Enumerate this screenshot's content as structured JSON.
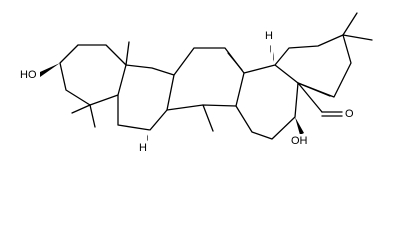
{
  "molecule": {
    "labels": {
      "left_hydroxyl": "HO",
      "bottom_hydroxyl": "OH",
      "aldehyde_oxygen": "O",
      "h_top_right": "H",
      "h_bottom_left": "H"
    }
  }
}
